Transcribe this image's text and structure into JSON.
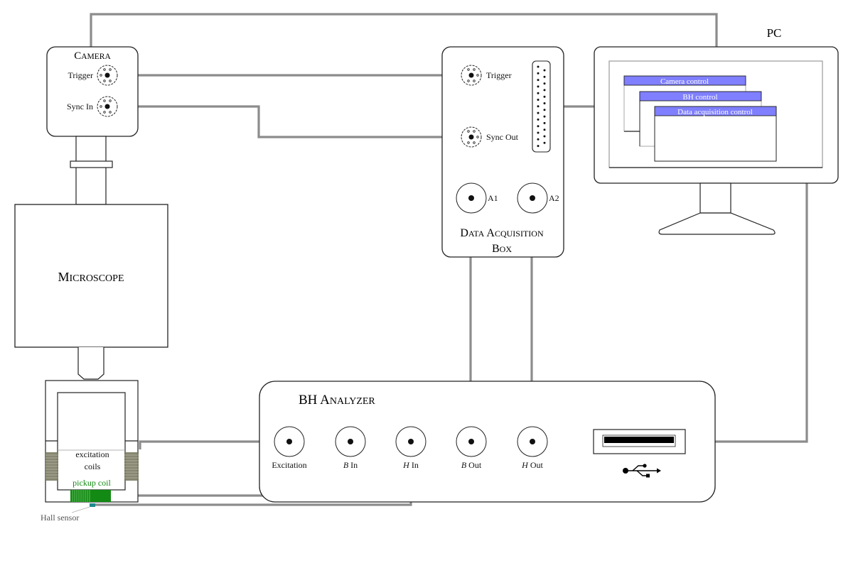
{
  "title": "Experimental setup: camera, microscope, BH analyzer, data acquisition box and PC",
  "colors": {
    "wire": "#8c8c8c",
    "outline": "#222222",
    "window_titlebar": "#7f7fff",
    "excitation_coil": "#7a7a62",
    "pickup_coil": "#138a13",
    "hall_sensor": "#1f8a8a",
    "hall_label": "#555555"
  },
  "camera": {
    "title_cap": "C",
    "title_rest": "AMERA",
    "ports": [
      {
        "label": "Trigger"
      },
      {
        "label": "Sync In"
      }
    ]
  },
  "microscope": {
    "title_cap": "M",
    "title_rest": "ICROSCOPE"
  },
  "sample_holder": {
    "excitation_label_1": "excitation",
    "excitation_label_2": "coils",
    "pickup_label": "pickup coil",
    "hall_label": "Hall sensor"
  },
  "daq": {
    "title_line1_cap1": "D",
    "title_line1_rest1": "ATA",
    "title_line1_cap2": "A",
    "title_line1_rest2": "CQUISITION",
    "title_line2_cap": "B",
    "title_line2_rest": "OX",
    "ports": [
      {
        "label": "Trigger"
      },
      {
        "label": "Sync Out"
      },
      {
        "label": "A1"
      },
      {
        "label": "A2"
      }
    ],
    "connector": "db25-connector"
  },
  "pc": {
    "label": "PC",
    "windows": [
      {
        "title": "Camera control"
      },
      {
        "title": "BH control"
      },
      {
        "title": "Data acquisition control"
      }
    ]
  },
  "bh_analyzer": {
    "title_plain": "BH ",
    "title_cap": "A",
    "title_rest": "NALYZER",
    "ports": [
      {
        "label": "Excitation",
        "italic": "",
        "rest": "Excitation"
      },
      {
        "label": "B In",
        "italic": "B",
        "rest": " In"
      },
      {
        "label": "H In",
        "italic": "H",
        "rest": " In"
      },
      {
        "label": "B Out",
        "italic": "B",
        "rest": " Out"
      },
      {
        "label": "H Out",
        "italic": "H",
        "rest": " Out"
      }
    ],
    "usb_icon": "usb-icon"
  }
}
